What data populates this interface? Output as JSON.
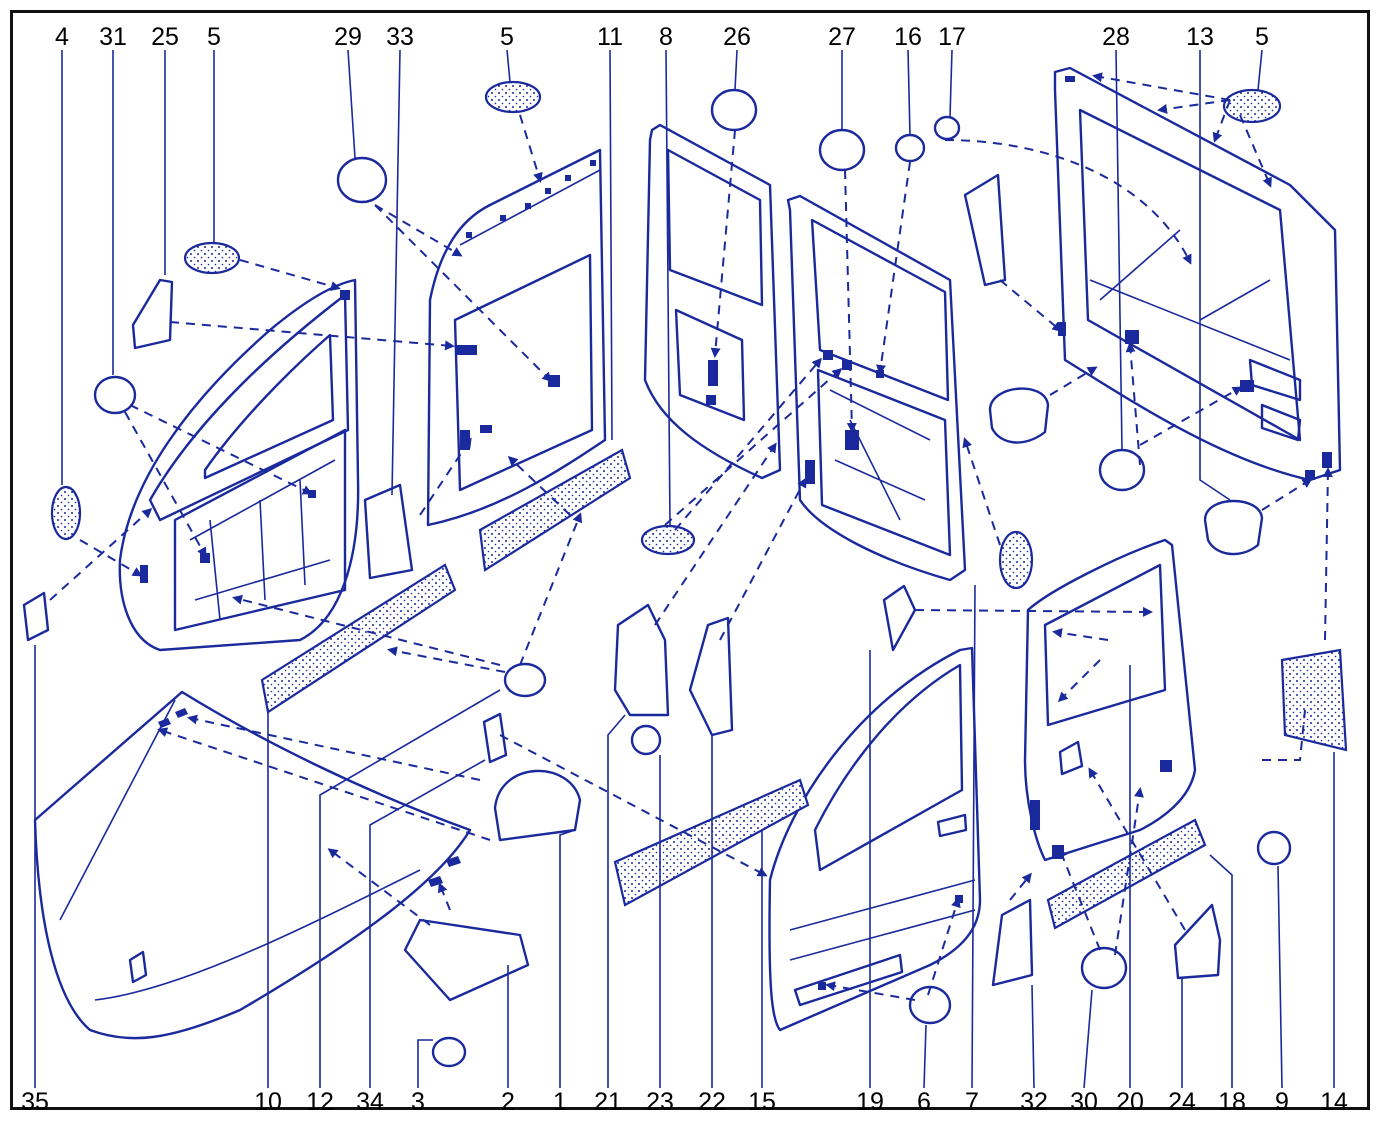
{
  "diagram": {
    "top_labels": [
      "4",
      "31",
      "25",
      "5",
      "29",
      "33",
      "5",
      "11",
      "8",
      "26",
      "27",
      "16",
      "17",
      "28",
      "13",
      "5"
    ],
    "bottom_labels": [
      "35",
      "10",
      "12",
      "34",
      "3",
      "2",
      "1",
      "21",
      "23",
      "22",
      "15",
      "19",
      "6",
      "7",
      "32",
      "30",
      "20",
      "24",
      "18",
      "9",
      "14"
    ],
    "line_color": "#1a2a9c",
    "frame_color": "#111111"
  }
}
